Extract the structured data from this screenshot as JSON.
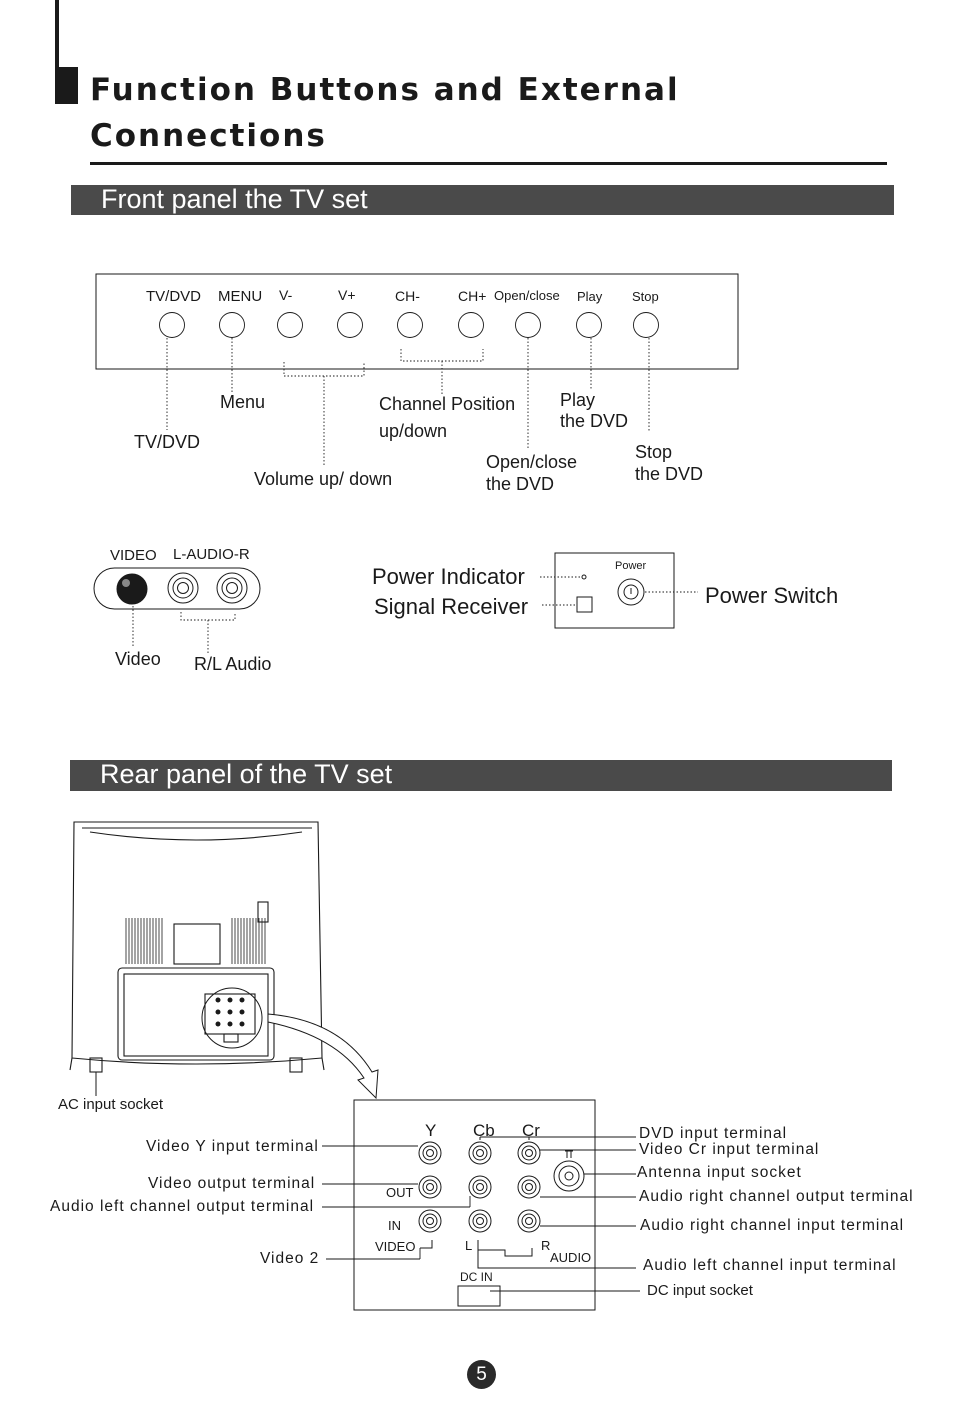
{
  "page": {
    "title_line1": "Function Buttons and External",
    "title_line2": "Connections",
    "page_number": "5"
  },
  "front_panel": {
    "heading": "Front panel the TV set",
    "button_labels": [
      "TV/DVD",
      "MENU",
      "V-",
      "V+",
      "CH-",
      "CH+",
      "Open/close",
      "Play",
      "Stop"
    ],
    "callouts": {
      "tv_dvd": "TV/DVD",
      "menu": "Menu",
      "volume": "Volume up/ down",
      "channel_1": "Channel Position",
      "channel_2": "up/down",
      "open_1": "Open/close",
      "open_2": "the DVD",
      "play_1": "Play",
      "play_2": "the DVD",
      "stop_1": "Stop",
      "stop_2": "the DVD"
    },
    "av_jacks": {
      "video_top": "VIDEO",
      "audio_top": "L-AUDIO-R",
      "video_label": "Video",
      "audio_label": "R/L Audio"
    },
    "power_panel": {
      "power_small": "Power",
      "power_indicator": "Power Indicator",
      "signal_receiver": "Signal Receiver",
      "power_switch": "Power Switch"
    }
  },
  "rear_panel": {
    "heading": "Rear panel of the TV set",
    "ac_input": "AC input socket",
    "jack_panel": {
      "y": "Y",
      "cb": "Cb",
      "cr": "Cr",
      "out": "OUT",
      "in": "IN",
      "video": "VIDEO",
      "l": "L",
      "r": "R",
      "audio": "AUDIO",
      "dc_in": "DC IN"
    },
    "left_callouts": {
      "video_y": "Video Y input terminal",
      "video_out": "Video output terminal",
      "audio_left_out": "Audio left channel output terminal",
      "video2": "Video 2"
    },
    "right_callouts": {
      "dvd_input": "DVD input terminal",
      "video_cr": "Video Cr input terminal",
      "antenna": "Antenna input socket",
      "audio_right_out": "Audio right channel output terminal",
      "audio_right_in": "Audio right channel input terminal",
      "audio_left_in": "Audio left channel input terminal",
      "dc_input": "DC input socket"
    }
  }
}
